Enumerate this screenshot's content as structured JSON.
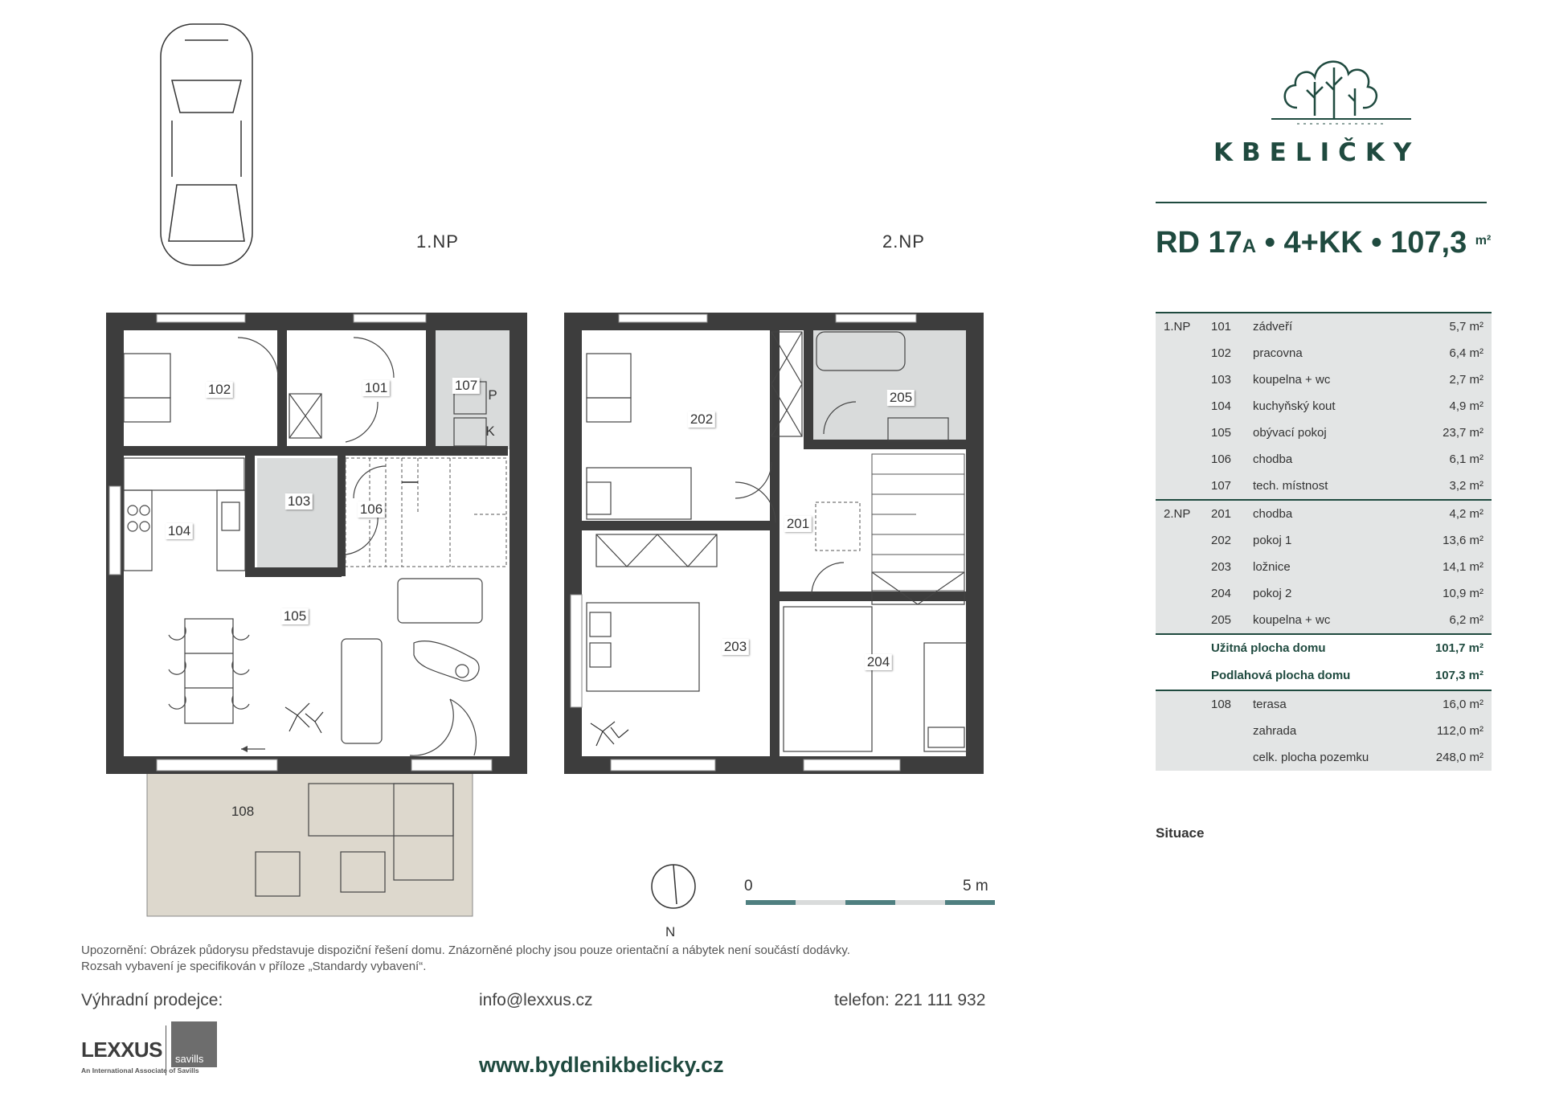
{
  "brand": {
    "name": "KBELIČKY"
  },
  "headline": {
    "rd": "RD 17",
    "variant": "A",
    "sep1": " • ",
    "layout": "4+KK",
    "sep2": " • ",
    "area": "107,3",
    "unit": "m²"
  },
  "floors": {
    "first": "1.NP",
    "second": "2.NP"
  },
  "rooms": {
    "r101": "101",
    "r102": "102",
    "r103": "103",
    "r104": "104",
    "r105": "105",
    "r106": "106",
    "r107": "107",
    "r108": "108",
    "r201": "201",
    "r202": "202",
    "r203": "203",
    "r204": "204",
    "r205": "205",
    "p": "P",
    "k": "K"
  },
  "area_table": {
    "first_floor": [
      {
        "floor": "1.NP",
        "no": "101",
        "name": "zádveří",
        "area": "5,7 m²"
      },
      {
        "floor": "",
        "no": "102",
        "name": "pracovna",
        "area": "6,4 m²"
      },
      {
        "floor": "",
        "no": "103",
        "name": "koupelna + wc",
        "area": "2,7 m²"
      },
      {
        "floor": "",
        "no": "104",
        "name": "kuchyňský kout",
        "area": "4,9 m²"
      },
      {
        "floor": "",
        "no": "105",
        "name": "obývací pokoj",
        "area": "23,7 m²"
      },
      {
        "floor": "",
        "no": "106",
        "name": "chodba",
        "area": "6,1 m²"
      },
      {
        "floor": "",
        "no": "107",
        "name": "tech. místnost",
        "area": "3,2 m²"
      }
    ],
    "second_floor": [
      {
        "floor": "2.NP",
        "no": "201",
        "name": "chodba",
        "area": "4,2 m²"
      },
      {
        "floor": "",
        "no": "202",
        "name": "pokoj 1",
        "area": "13,6 m²"
      },
      {
        "floor": "",
        "no": "203",
        "name": "ložnice",
        "area": "14,1 m²"
      },
      {
        "floor": "",
        "no": "204",
        "name": "pokoj 2",
        "area": "10,9 m²"
      },
      {
        "floor": "",
        "no": "205",
        "name": "koupelna + wc",
        "area": "6,2 m²"
      }
    ],
    "summary": [
      {
        "label": "Užitná plocha domu",
        "area": "101,7 m²"
      },
      {
        "label": "Podlahová plocha domu",
        "area": "107,3 m²"
      }
    ],
    "outdoor": [
      {
        "no": "108",
        "name": "terasa",
        "area": "16,0 m²"
      },
      {
        "no": "",
        "name": "zahrada",
        "area": "112,0 m²"
      },
      {
        "no": "",
        "name": "celk. plocha pozemku",
        "area": "248,0 m²"
      }
    ]
  },
  "situace": {
    "title": "Situace"
  },
  "scale": {
    "start": "0",
    "end": "5 m"
  },
  "north": {
    "label": "N"
  },
  "disclaimer": {
    "line1": "Upozornění: Obrázek půdorysu představuje dispoziční řešení domu. Znázorněné plochy jsou pouze orientační a nábytek není součástí dodávky.",
    "line2": "Rozsah vybavení je specifikován v příloze „Standardy vybavení“."
  },
  "contact": {
    "seller": "Výhradní prodejce:",
    "email": "info@lexxus.cz",
    "phone": "telefon: 221 111 932",
    "web": "www.bydlenikbelicky.cz"
  },
  "partners": {
    "lexxus": "LEXXUS",
    "lexxus_sub": "An International Associate of Savills",
    "savills": "savills"
  },
  "colors": {
    "brand_green": "#1f4a3f",
    "wall": "#3d3d3d",
    "wet_room": "#d9dbdb",
    "terrace": "#ddd8cd",
    "table_grey": "#e3e5e5",
    "scale_teal": "#4f7f80"
  }
}
